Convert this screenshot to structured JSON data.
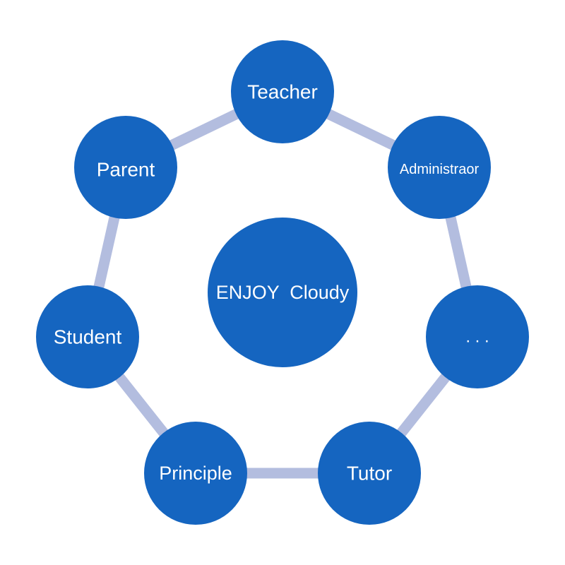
{
  "diagram": {
    "center": {
      "label": "ENJOY  Cloudy"
    },
    "nodes": [
      {
        "id": "teacher",
        "label": "Teacher"
      },
      {
        "id": "administraor",
        "label": "Administraor"
      },
      {
        "id": "more",
        "label": ". . ."
      },
      {
        "id": "tutor",
        "label": "Tutor"
      },
      {
        "id": "principle",
        "label": "Principle"
      },
      {
        "id": "student",
        "label": "Student"
      },
      {
        "id": "parent",
        "label": "Parent"
      }
    ]
  },
  "colors": {
    "node_fill": "#1565c0",
    "ring": "#b3bddf",
    "label": "#ffffff"
  }
}
